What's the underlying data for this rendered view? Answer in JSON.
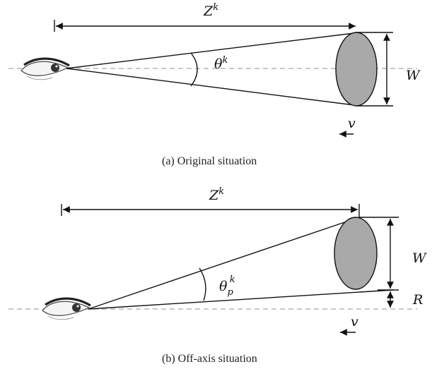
{
  "panels": [
    {
      "caption": "(a) Original situation",
      "distance_label": "Z",
      "distance_sup": "k",
      "angle_label": "θ",
      "angle_sup": "k",
      "width_label": "W",
      "velocity_label": "v"
    },
    {
      "caption": "(b) Off-axis situation",
      "distance_label": "Z",
      "distance_sup": "k",
      "angle_label": "θ",
      "angle_sub": "p",
      "angle_sup": "k",
      "width_label": "W",
      "offset_label": "R",
      "velocity_label": "v"
    }
  ],
  "colors": {
    "object_fill": "#a9a9a9",
    "axis_dash": "#b5b5b5",
    "line": "#111111"
  }
}
